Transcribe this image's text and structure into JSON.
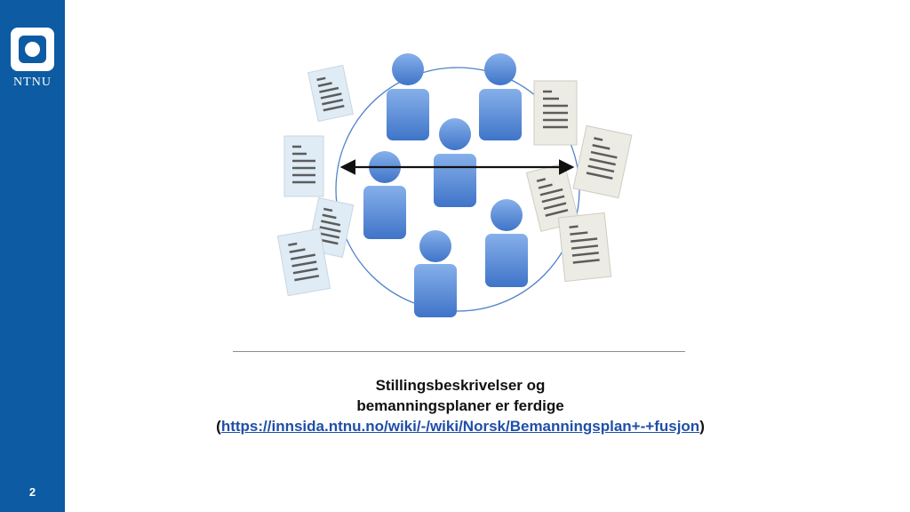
{
  "sidebar": {
    "logo_text": "NTNU",
    "page_number": "2"
  },
  "colors": {
    "sidebar_blue": "#0c5ba3",
    "person_blue": "#5b8fdc",
    "doc_light_blue": "#dfecf5",
    "doc_beige": "#ecebe4",
    "link_blue": "#1f4fa8"
  },
  "illustration": {
    "icons": [
      "person-icon",
      "document-icon",
      "double-arrow-icon",
      "circle"
    ]
  },
  "caption": {
    "line1": "Stillingsbeskrivelser og",
    "line2": "bemanningsplaner er ferdige",
    "open_paren": "(",
    "link_text": "https://innsida.ntnu.no/wiki/-/wiki/Norsk/Bemanningsplan+-+fusjon",
    "close_paren": ")"
  }
}
